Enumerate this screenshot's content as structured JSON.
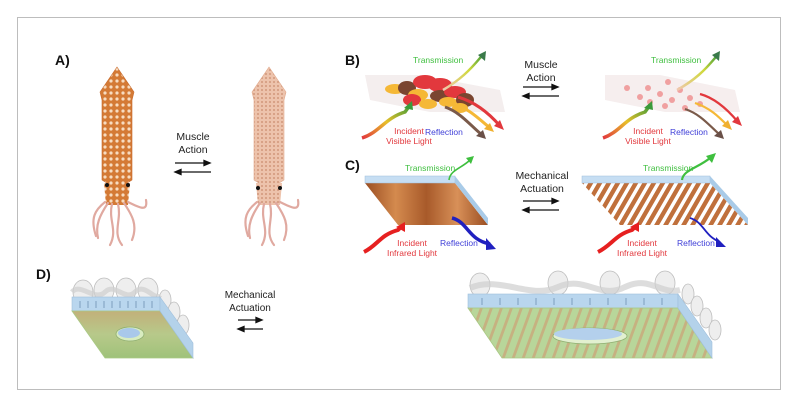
{
  "figure": {
    "panels": {
      "A": {
        "label": "A)",
        "caption_line1": "Muscle",
        "caption_line2": "Action",
        "left_state": "squid-dark-chromatophores-expanded",
        "right_state": "squid-pale-chromatophores-contracted"
      },
      "B": {
        "label": "B)",
        "caption_line1": "Muscle",
        "caption_line2": "Action",
        "left": {
          "transmission": "Transmission",
          "incident_line1": "Incident",
          "incident_line2": "Visible Light",
          "reflection": "Reflection"
        },
        "right": {
          "transmission": "Transmission",
          "incident_line1": "Incident",
          "incident_line2": "Visible Light",
          "reflection": "Reflection"
        }
      },
      "C": {
        "label": "C)",
        "caption_line1": "Mechanical",
        "caption_line2": "Actuation",
        "left": {
          "transmission": "Transmission",
          "incident_line1": "Incident",
          "incident_line2": "Infrared Light",
          "reflection": "Reflection"
        },
        "right": {
          "transmission": "Transmission",
          "incident_line1": "Incident",
          "incident_line2": "Infrared Light",
          "reflection": "Reflection"
        }
      },
      "D": {
        "label": "D)",
        "caption_line1": "Mechanical",
        "caption_line2": "Actuation"
      }
    },
    "colors": {
      "transmission": "#3fbf3f",
      "reflection": "#4040d8",
      "incident": "#e2383d",
      "squid_dark": "#d9803c",
      "squid_pale": "#e8b49a",
      "copper": "#b8642e",
      "glass": "#b9d6ee",
      "green_layer": "#a9c985"
    }
  }
}
